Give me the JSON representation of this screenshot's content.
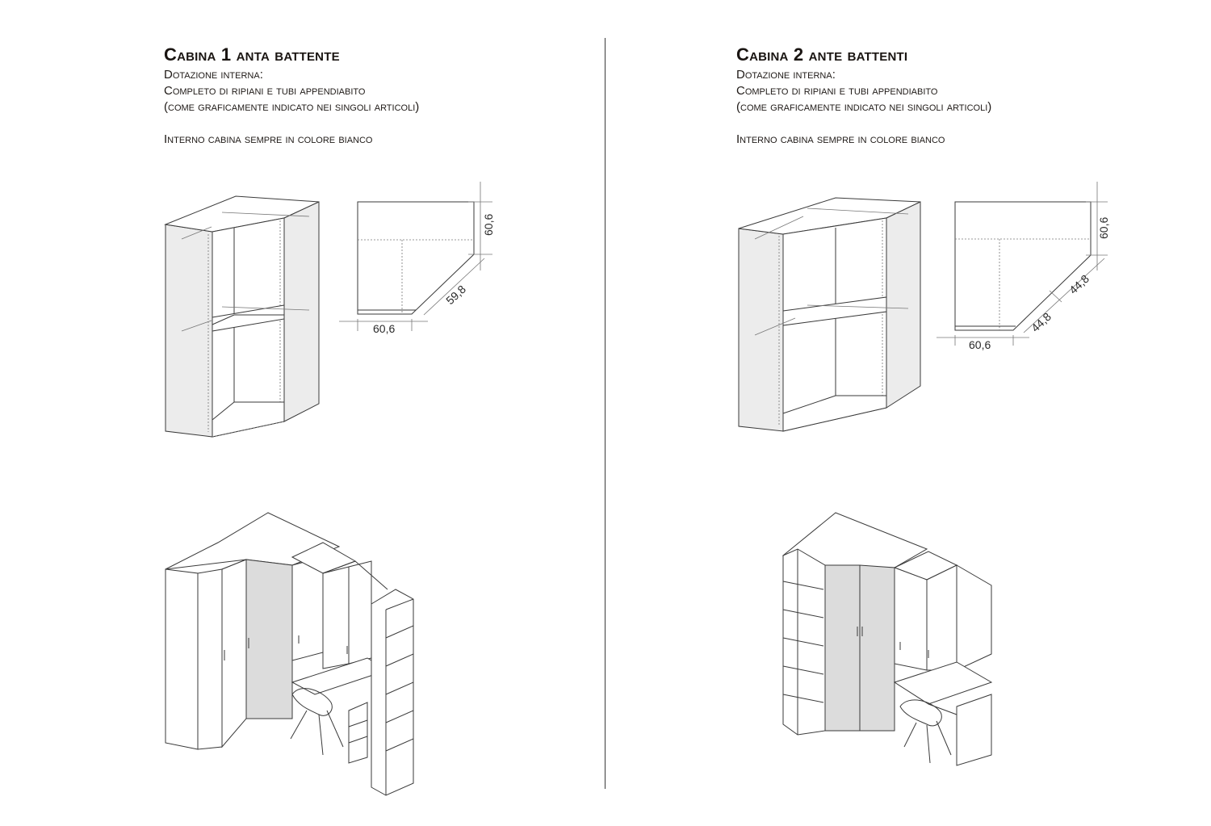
{
  "left": {
    "title": "Cabina 1 anta battente",
    "line1": "Dotazione interna:",
    "line2": "Completo di ripiani e tubi appendiabito",
    "line3": "(come graficamente indicato nei singoli articoli)",
    "line4": "Interno cabina sempre in colore bianco",
    "plan_dims": {
      "right": "60,6",
      "diagonal": "59,8",
      "bottom": "60,6"
    }
  },
  "right": {
    "title": "Cabina 2 ante battenti",
    "line1": "Dotazione interna:",
    "line2": "Completo di ripiani e tubi appendiabito",
    "line3": "(come graficamente indicato nei singoli articoli)",
    "line4": "Interno cabina sempre in colore bianco",
    "plan_dims": {
      "right": "60,6",
      "diagonal_upper": "44,8",
      "diagonal_lower": "44,8",
      "bottom": "60,6"
    }
  },
  "colors": {
    "line": "#3a3a3a",
    "panel": "#ececec",
    "door": "#dcdcdc",
    "background": "#ffffff"
  }
}
